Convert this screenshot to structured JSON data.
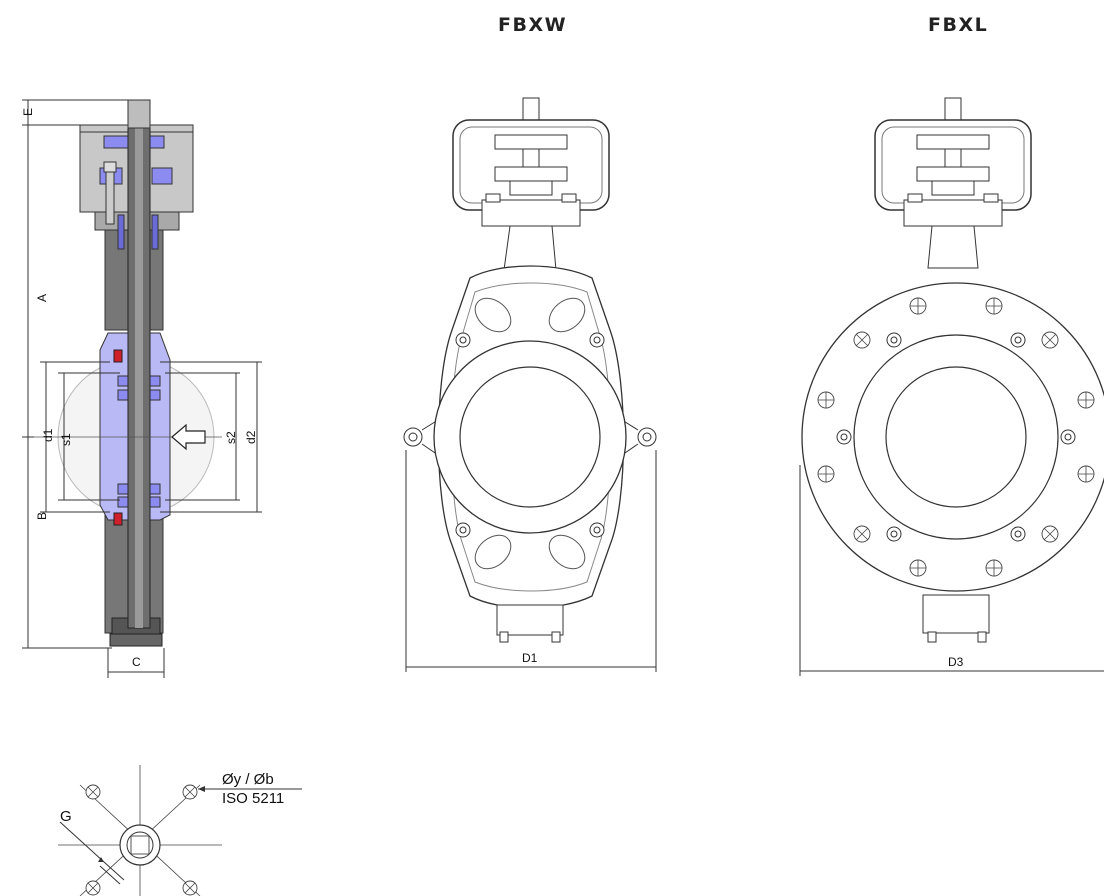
{
  "titles": {
    "fbxw": "FBXW",
    "fbxl": "FBXL"
  },
  "section_dims": {
    "E": "E",
    "A": "A",
    "B": "B",
    "C": "C",
    "d1": "d1",
    "s1": "s1",
    "s2": "s2",
    "d2": "d2"
  },
  "fbxw_dims": {
    "D1": "D1"
  },
  "fbxl_dims": {
    "D3": "D3"
  },
  "mounting": {
    "G": "G",
    "bolt_label": "Øy / Øb",
    "standard": "ISO 5211"
  },
  "colors": {
    "seat_blue": "#8c8cf0",
    "seal_red": "#d0202a",
    "body_gray": "#c8c8c8",
    "dark_gray": "#6e6e6e"
  },
  "icons": {
    "flow_direction": "flow-arrow-icon"
  }
}
